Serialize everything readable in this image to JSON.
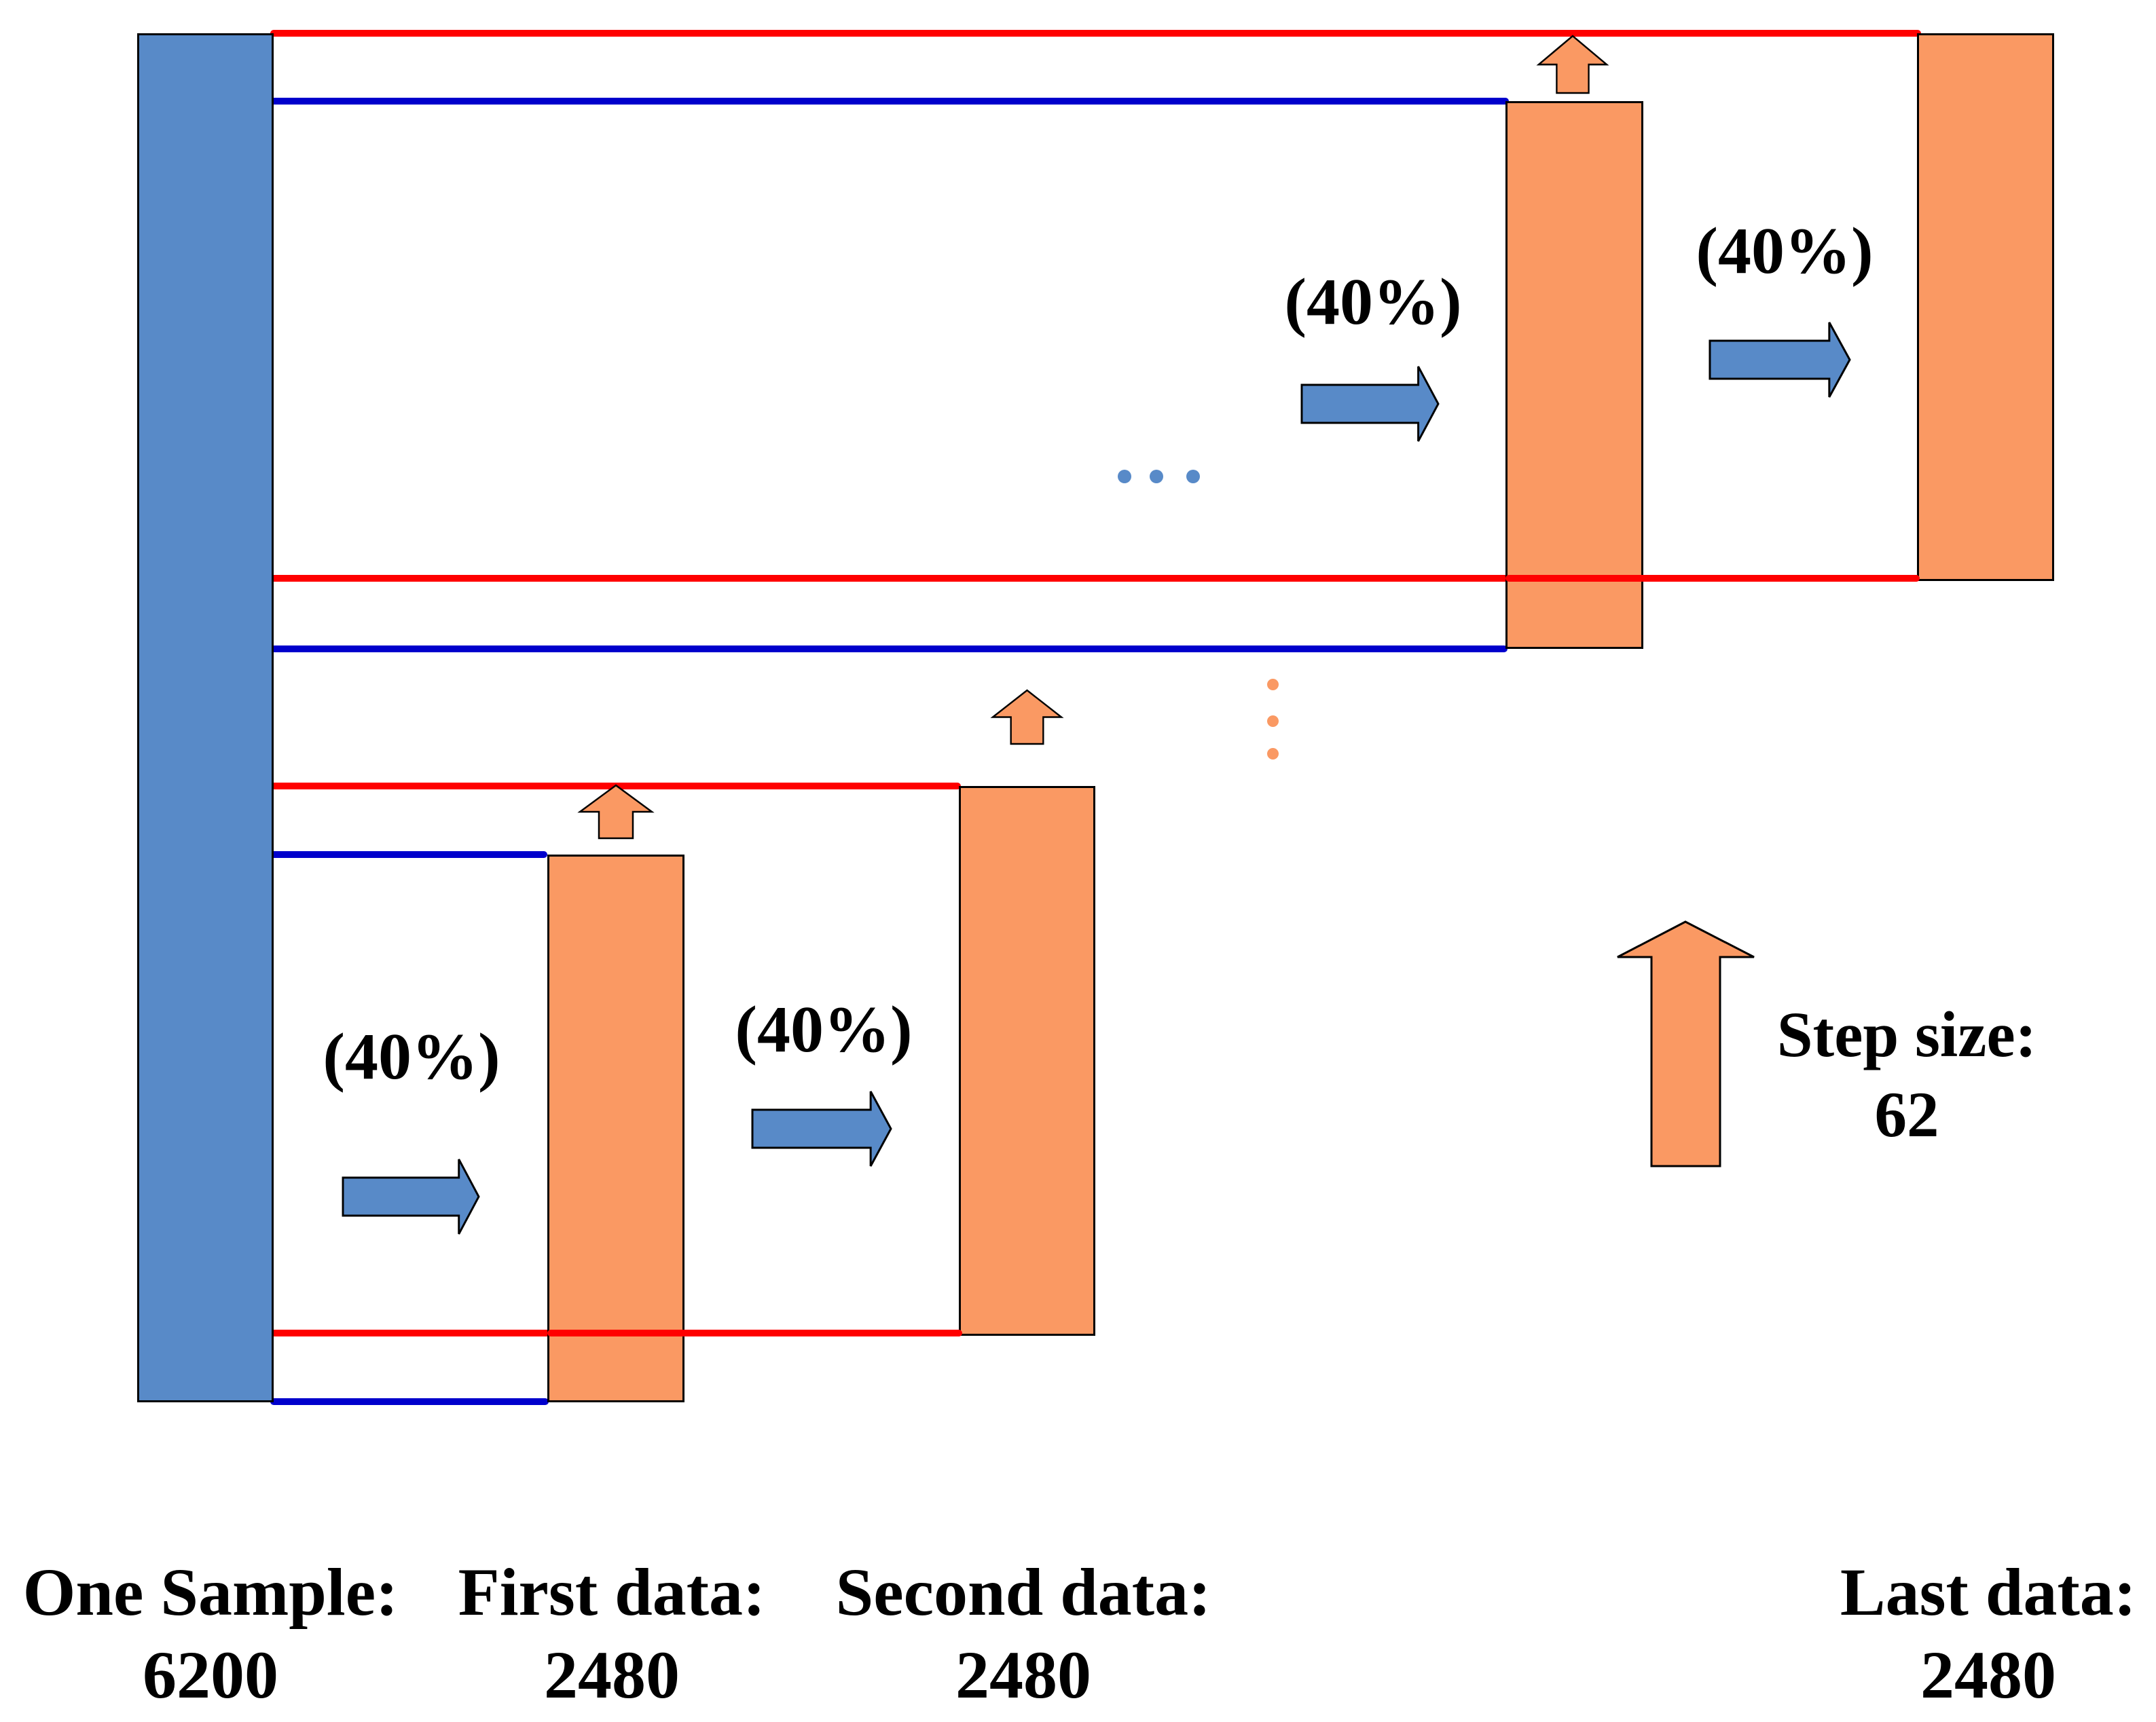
{
  "colors": {
    "blue": "#588AC8",
    "orange": "#FA9963",
    "red": "#FF0000",
    "navy": "#0000CC"
  },
  "labels": {
    "percent": "(40%)",
    "step_line1": "Step size:",
    "step_line2": "62"
  },
  "bottom_labels": [
    {
      "title": "One Sample:",
      "value": "6200"
    },
    {
      "title": "First data:",
      "value": "2480"
    },
    {
      "title": "Second data:",
      "value": "2480"
    },
    {
      "title": "Last data:",
      "value": "2480"
    }
  ]
}
